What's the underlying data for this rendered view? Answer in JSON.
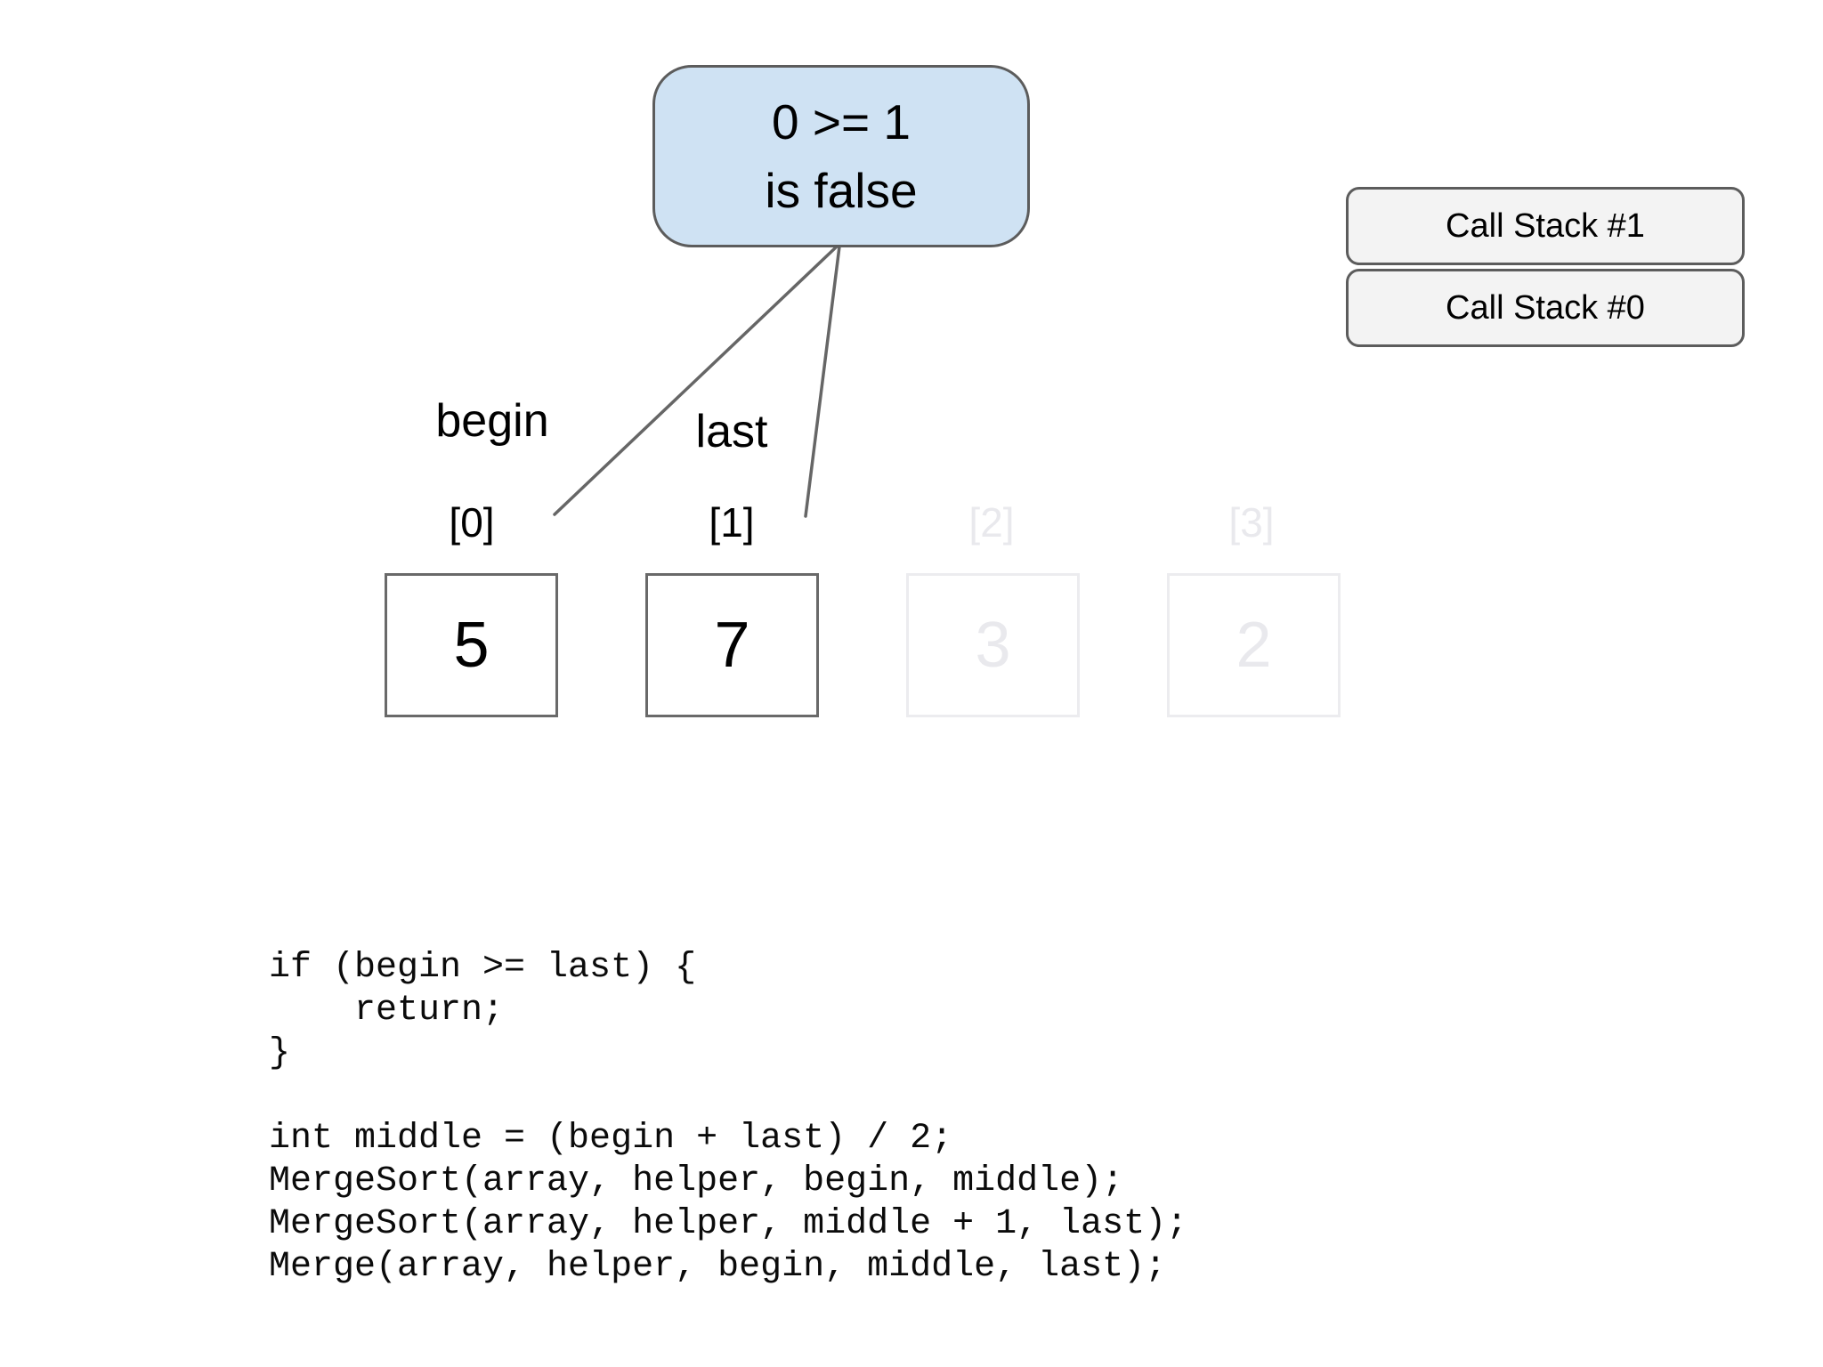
{
  "bubble": {
    "expression": "0 >= 1",
    "result": "is false"
  },
  "pointers": {
    "begin_label": "begin",
    "last_label": "last"
  },
  "array": {
    "cells": [
      {
        "index": "[0]",
        "value": "5",
        "faded": false,
        "pointer": "begin"
      },
      {
        "index": "[1]",
        "value": "7",
        "faded": false,
        "pointer": "last"
      },
      {
        "index": "[2]",
        "value": "3",
        "faded": true
      },
      {
        "index": "[3]",
        "value": "2",
        "faded": true
      }
    ]
  },
  "call_stack": {
    "items": [
      {
        "label": "Call Stack #1"
      },
      {
        "label": "Call Stack #0"
      }
    ]
  },
  "code": {
    "lines": [
      "if (begin >= last) {",
      "    return;",
      "}",
      "",
      "int middle = (begin + last) / 2;",
      "MergeSort(array, helper, begin, middle);",
      "MergeSort(array, helper, middle + 1, last);",
      "Merge(array, helper, begin, middle, last);"
    ]
  },
  "colors": {
    "background": "#ffffff",
    "bubble_fill": "#cfe2f3",
    "bubble_border": "#5c5c5c",
    "connector_line": "#666666",
    "cell_border": "#696969",
    "callstack_fill": "#f3f3f3",
    "callstack_border": "#5c5c5c",
    "faded_element": "#ececef",
    "faded_value_text": "#e9e9ed",
    "text": "#000000"
  }
}
